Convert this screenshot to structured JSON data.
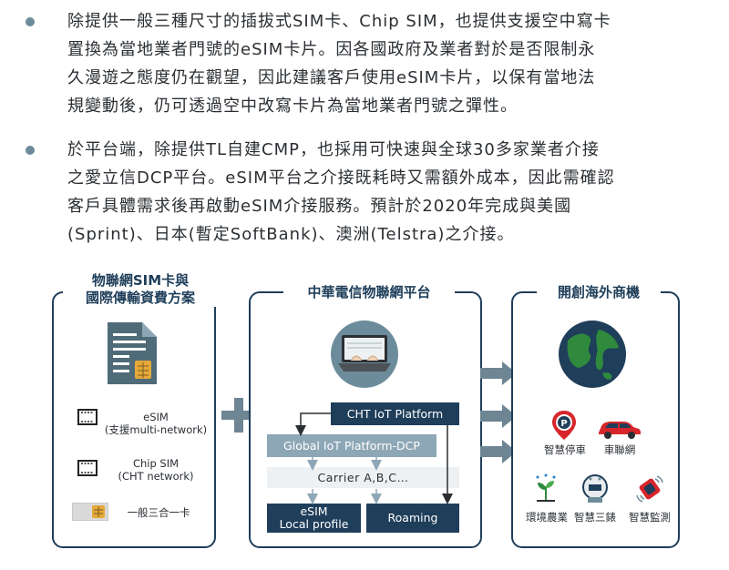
{
  "paragraphs": [
    {
      "lines": [
        "除提供一般三種尺寸的插拔式SIM卡、Chip SIM，也提供支援空中寫卡",
        "置換為當地業者門號的eSIM卡片。因各國政府及業者對於是否限制永",
        "久漫遊之態度仍在觀望，因此建議客戶使用eSIM卡片，以保有當地法",
        "規變動後，仍可透過空中改寫卡片為當地業者門號之彈性。"
      ]
    },
    {
      "lines": [
        "於平台端，除提供TL自建CMP，也採用可快速與全球30多家業者介接",
        "之愛立信DCP平台。eSIM平台之介接既耗時又需額外成本，因此需確認",
        "客戶具體需求後再啟動eSIM介接服務。預計於2020年完成與美國",
        "(Sprint)、日本(暫定SoftBank)、澳洲(Telstra)之介接。"
      ]
    }
  ],
  "panel_left": {
    "title_line1": "物聯網SIM卡與",
    "title_line2": "國際傳輸資費方案",
    "items": [
      {
        "label_line1": "eSIM",
        "label_line2": "(支援multi-network)",
        "icon": "esim-chip-icon"
      },
      {
        "label_line1": "Chip SIM",
        "label_line2": "(CHT network)",
        "icon": "chip-sim-icon"
      },
      {
        "label_line1": "一般三合一卡",
        "label_line2": "",
        "icon": "sim-card-icon"
      }
    ]
  },
  "panel_center": {
    "title": "中華電信物聯網平台",
    "cht_platform": "CHT IoT Platform",
    "global_platform": "Global IoT Platform-DCP",
    "carrier": "Carrier A,B,C…",
    "esim_line1": "eSIM",
    "esim_line2": "Local profile",
    "roaming": "Roaming"
  },
  "panel_right": {
    "title": "開創海外商機",
    "apps": [
      {
        "label": "智慧停車",
        "icon": "parking-icon"
      },
      {
        "label": "車聯網",
        "icon": "car-icon"
      },
      {
        "label": "環境農業",
        "icon": "plant-icon"
      },
      {
        "label": "智慧三錶",
        "icon": "meter-icon"
      },
      {
        "label": "智慧監測",
        "icon": "monitor-icon"
      }
    ]
  },
  "colors": {
    "navy": "#1f3e5a",
    "slate": "#6d8c9b",
    "steel": "#8ea7b6",
    "red": "#d7262b"
  }
}
